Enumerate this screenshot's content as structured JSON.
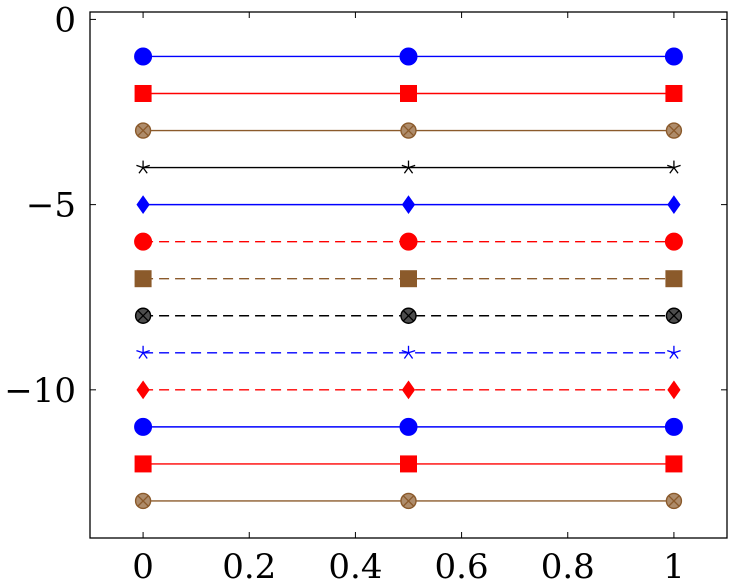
{
  "chart_data": {
    "type": "line",
    "title": "",
    "xlabel": "",
    "ylabel": "",
    "xlim": [
      -0.1,
      1.1
    ],
    "ylim": [
      -14.0,
      0.2
    ],
    "x_ticks": [
      0,
      0.2,
      0.4,
      0.6,
      0.8,
      1
    ],
    "x_tick_labels": [
      "0",
      "0.2",
      "0.4",
      "0.6",
      "0.8",
      "1"
    ],
    "y_ticks": [
      0,
      -5,
      -10
    ],
    "y_tick_labels": [
      "0",
      "−5",
      "−10"
    ],
    "grid": false,
    "legend": "none",
    "series": [
      {
        "x": [
          0,
          0.5,
          1
        ],
        "y": [
          -1,
          -1,
          -1
        ],
        "color": "#0000ff",
        "marker": "circle",
        "line": "solid"
      },
      {
        "x": [
          0,
          0.5,
          1
        ],
        "y": [
          -2,
          -2,
          -2
        ],
        "color": "#ff0000",
        "marker": "square",
        "line": "solid"
      },
      {
        "x": [
          0,
          0.5,
          1
        ],
        "y": [
          -3,
          -3,
          -3
        ],
        "color": "#8b5a2b",
        "marker": "otimes",
        "line": "solid"
      },
      {
        "x": [
          0,
          0.5,
          1
        ],
        "y": [
          -4,
          -4,
          -4
        ],
        "color": "#000000",
        "marker": "star",
        "line": "solid"
      },
      {
        "x": [
          0,
          0.5,
          1
        ],
        "y": [
          -5,
          -5,
          -5
        ],
        "color": "#0000ff",
        "marker": "diamond",
        "line": "solid"
      },
      {
        "x": [
          0,
          0.5,
          1
        ],
        "y": [
          -6,
          -6,
          -6
        ],
        "color": "#ff0000",
        "marker": "circle",
        "line": "dashed"
      },
      {
        "x": [
          0,
          0.5,
          1
        ],
        "y": [
          -7,
          -7,
          -7
        ],
        "color": "#8b5a2b",
        "marker": "square",
        "line": "dashed"
      },
      {
        "x": [
          0,
          0.5,
          1
        ],
        "y": [
          -8,
          -8,
          -8
        ],
        "color": "#000000",
        "marker": "otimes",
        "line": "dashed"
      },
      {
        "x": [
          0,
          0.5,
          1
        ],
        "y": [
          -9,
          -9,
          -9
        ],
        "color": "#0000ff",
        "marker": "star",
        "line": "dashed"
      },
      {
        "x": [
          0,
          0.5,
          1
        ],
        "y": [
          -10,
          -10,
          -10
        ],
        "color": "#ff0000",
        "marker": "diamond",
        "line": "dashed"
      },
      {
        "x": [
          0,
          0.5,
          1
        ],
        "y": [
          -11,
          -11,
          -11
        ],
        "color": "#0000ff",
        "marker": "circle",
        "line": "solid"
      },
      {
        "x": [
          0,
          0.5,
          1
        ],
        "y": [
          -12,
          -12,
          -12
        ],
        "color": "#ff0000",
        "marker": "square",
        "line": "solid"
      },
      {
        "x": [
          0,
          0.5,
          1
        ],
        "y": [
          -13,
          -13,
          -13
        ],
        "color": "#8b5a2b",
        "marker": "otimes",
        "line": "solid"
      }
    ]
  }
}
